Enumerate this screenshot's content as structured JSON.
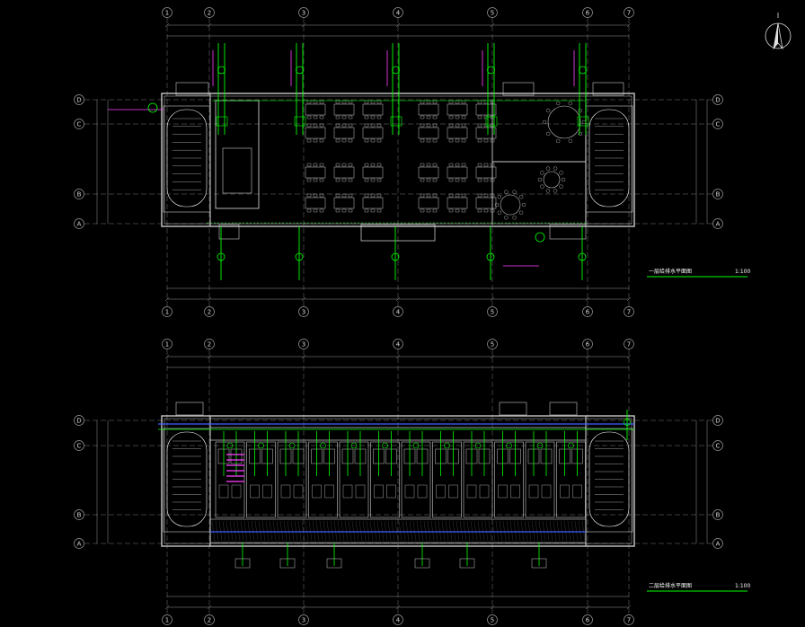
{
  "colors": {
    "background": "#000000",
    "grid": "#9a9a9a",
    "wall": "#c8c8c8",
    "pipe_green": "#00ff00",
    "pipe_magenta": "#ff40ff",
    "pipe_blue": "#4060ff",
    "cyan": "#00ffff",
    "title_underline": "#00ff00",
    "text": "#ffffff"
  },
  "axes": {
    "columns": [
      "1",
      "2",
      "3",
      "4",
      "5",
      "6",
      "7"
    ],
    "rows": [
      "D",
      "C",
      "B",
      "A"
    ]
  },
  "plans": [
    {
      "title": "一层给排水平面图",
      "scale": "1:100"
    },
    {
      "title": "二层给排水平面图",
      "scale": "1:100"
    }
  ],
  "icons": {
    "north_arrow": "north-arrow-icon"
  }
}
